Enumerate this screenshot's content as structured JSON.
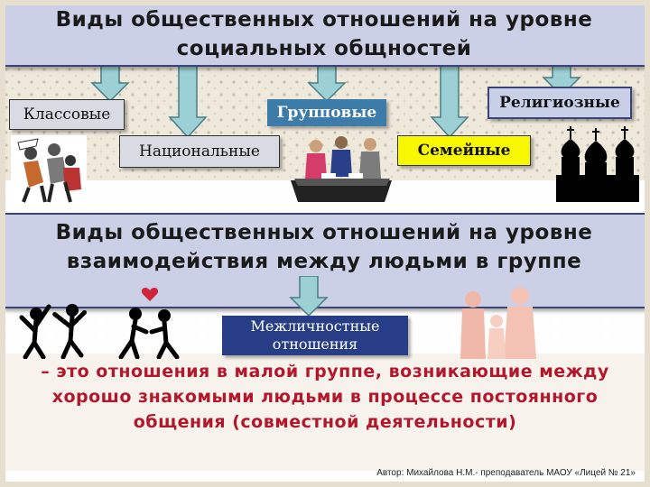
{
  "top": {
    "title": "Виды общественных отношений на уровне социальных общностей",
    "categories": {
      "class": "Классовые",
      "national": "Национальные",
      "group": "Групповые",
      "family": "Семейные",
      "religious": "Религиозные"
    }
  },
  "middle": {
    "title": "Виды общественных отношений на уровне взаимодействия между людьми в группе",
    "interpersonal_line1": "Межличностные",
    "interpersonal_line2": "отношения"
  },
  "description": "– это отношения в малой группе, возникающие между хорошо знакомыми людьми в процессе постоянного общения (совместной деятельности)",
  "footer": {
    "author": "Автор: Михайлова Н.М.- преподаватель МАОУ «Лицей № 21»"
  },
  "colors": {
    "title_box": "#ccd0e6",
    "arrow": "#9cd0d4",
    "group_label": "#3d7ba8",
    "family_label": "#f7f700",
    "interpersonal_label": "#273e86",
    "description_text": "#b3172b"
  },
  "icons": [
    "protest-crowd-illustration",
    "business-meeting-illustration",
    "church-silhouette",
    "stick-figures-illustration",
    "family-silhouette"
  ]
}
